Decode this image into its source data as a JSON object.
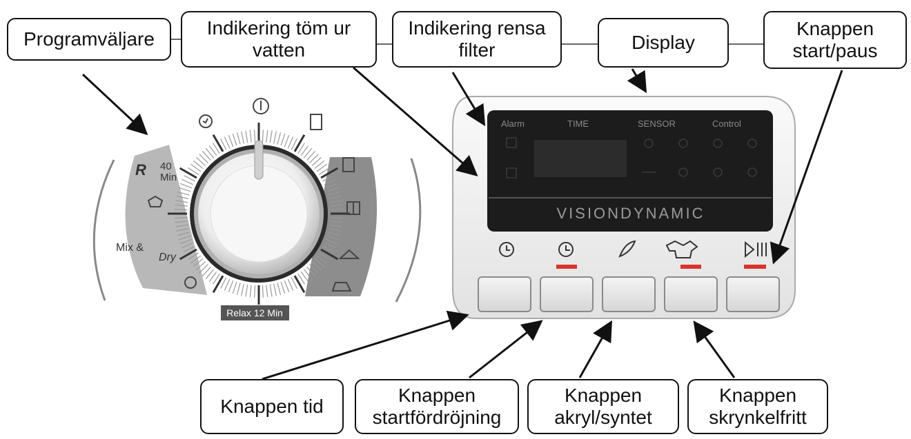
{
  "callouts": {
    "program_selector": "Programväljare",
    "empty_water_indicator": "Indikering töm ur\nvatten",
    "clean_filter_indicator": "Indikering rensa\nfilter",
    "display": "Display",
    "start_pause_button": "Knappen\nstart/paus",
    "time_button": "Knappen tid",
    "start_delay_button": "Knappen\nstartfördröjning",
    "acrylic_synthetic_button": "Knappen\nakryl/syntet",
    "wrinkle_free_button": "Knappen\nskrynkelfritt"
  },
  "dial": {
    "program_40min": "40\nMin",
    "mix_dry": "Mix &",
    "mix_dry_suffix": "Dry",
    "relax": "Relax 12 Min",
    "express_symbol": "R"
  },
  "display": {
    "alarm": "Alarm",
    "time": "TIME",
    "sensor": "SENSOR",
    "control": "Control",
    "brand": "VISIONDYNAMIC"
  },
  "button_icons": [
    "clock-icon",
    "delay-timer-icon",
    "feather-icon",
    "shirt-icon",
    "play-pause-icon"
  ],
  "colors": {
    "indicator_red": "#d9342b",
    "panel_dark": "#1c1c1c",
    "dial_gray": "#8e8e8e"
  }
}
